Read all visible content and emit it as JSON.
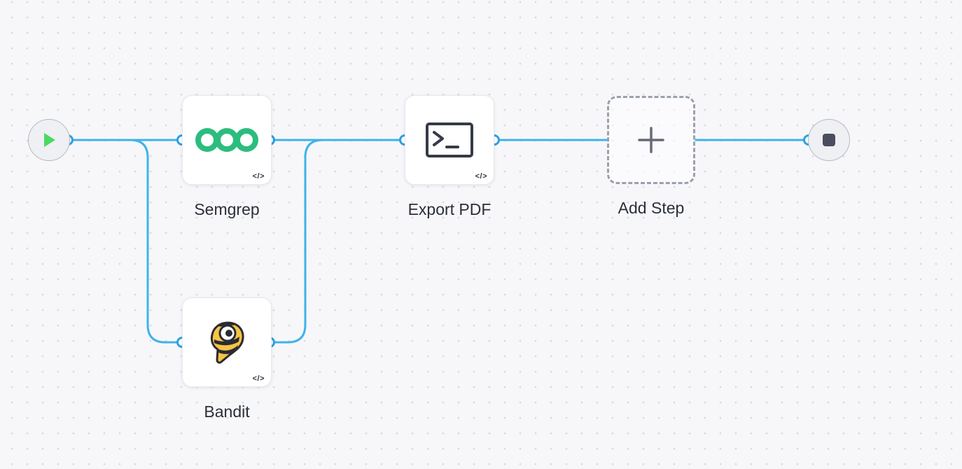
{
  "canvas": {
    "name": "workflow-canvas",
    "background": "#f7f7fa",
    "grid_dot_color": "#d8d9e1"
  },
  "colors": {
    "edge": "#3fb3ea",
    "handle_border": "#2f9fe0",
    "node_border": "#e7e8ee",
    "label_text": "#2b2f38",
    "start_play_green": "#4cd964",
    "end_stop_slate": "#4b4e5e",
    "semgrep_green": "#2bbd7e",
    "bandit_yellow": "#f6c344",
    "add_step_dashed_gray": "#9aa0ab",
    "endpoint_fill": "#eef0f4",
    "endpoint_border": "#b7bac4"
  },
  "nodes": {
    "start": {
      "icon": "play-icon"
    },
    "semgrep": {
      "label": "Semgrep",
      "icon": "semgrep-rings-icon",
      "badge": "</>"
    },
    "bandit": {
      "label": "Bandit",
      "icon": "bandit-bee-icon",
      "badge": "</>"
    },
    "export_pdf": {
      "label": "Export PDF",
      "icon": "terminal-icon",
      "badge": "</>"
    },
    "add_step": {
      "label": "Add Step",
      "icon": "plus-icon"
    },
    "end": {
      "icon": "stop-icon"
    }
  }
}
